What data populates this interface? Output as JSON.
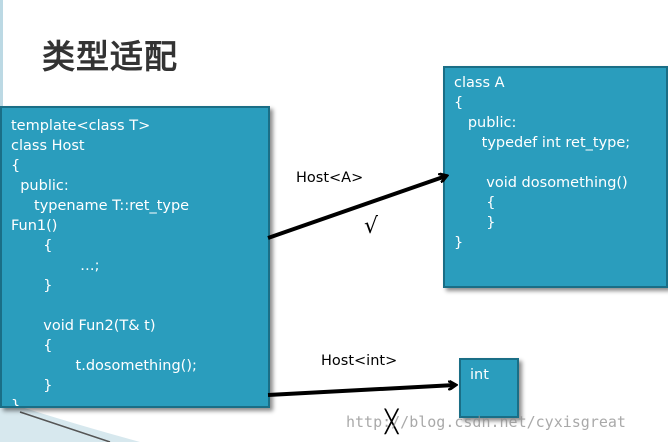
{
  "title": "类型适配",
  "host_box": {
    "lines": [
      "template<class T>",
      "class Host",
      "{",
      "  public:",
      "     typename T::ret_type",
      "Fun1()",
      "       {",
      "               …;",
      "       }",
      "",
      "       void Fun2(T& t)",
      "       {",
      "              t.dosomething();",
      "       }",
      "}"
    ]
  },
  "class_a_box": {
    "lines": [
      "class A",
      "{",
      "   public:",
      "      typedef int ret_type;",
      "",
      "       void dosomething()",
      "       {",
      "       }",
      "}"
    ]
  },
  "int_box": {
    "label": "int"
  },
  "arrow_host_a": {
    "label": "Host<A>",
    "mark": "√"
  },
  "arrow_host_int": {
    "label": "Host<int>",
    "mark": "╳"
  },
  "watermark": "http://blog.csdn.net/cyxisgreat",
  "colors": {
    "box_fill": "#2a9dbd",
    "box_border": "#1a6e86",
    "text_on_box": "#ffffff",
    "title": "#333333"
  }
}
